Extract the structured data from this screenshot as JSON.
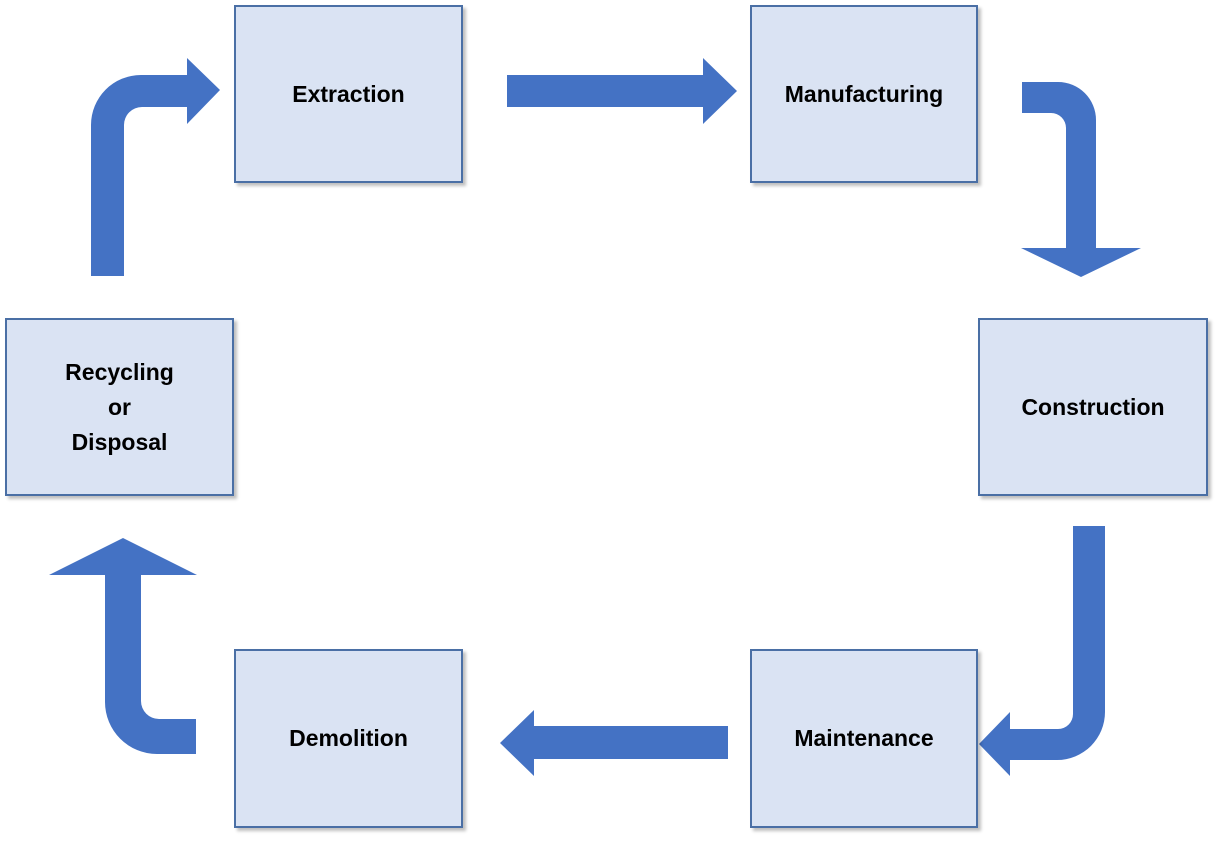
{
  "colors": {
    "box_fill": "#dae3f3",
    "box_border": "#4a6fa5",
    "arrow_fill": "#4472c4",
    "text": "#000000"
  },
  "stages": {
    "extraction": "Extraction",
    "manufacturing": "Manufacturing",
    "construction": "Construction",
    "maintenance": "Maintenance",
    "demolition": "Demolition",
    "recycling_line1": "Recycling",
    "recycling_line2": "or",
    "recycling_line3": "Disposal"
  },
  "flow": [
    "Extraction",
    "Manufacturing",
    "Construction",
    "Maintenance",
    "Demolition",
    "Recycling or Disposal"
  ]
}
